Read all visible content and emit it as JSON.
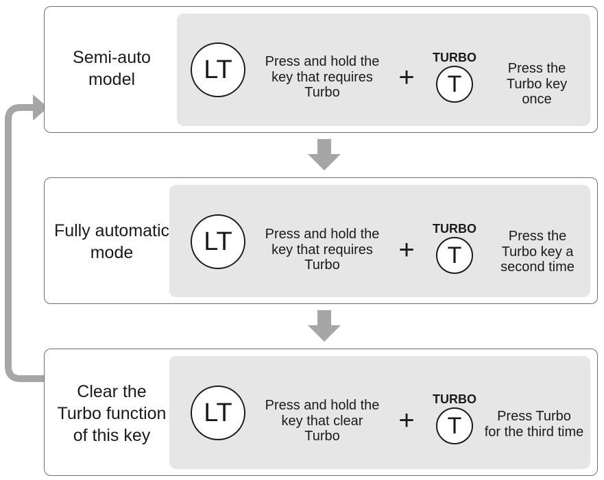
{
  "steps": [
    {
      "title_lines": [
        "Semi-auto",
        "model"
      ],
      "key": "LT",
      "hold_lines": [
        "Press and hold the",
        "key that requires",
        "Turbo"
      ],
      "plus": "+",
      "turbo_label": "TURBO",
      "turbo_key": "T",
      "press_lines": [
        "Press the",
        "Turbo key",
        "once"
      ]
    },
    {
      "title_lines": [
        "Fully automatic",
        "mode"
      ],
      "key": "LT",
      "hold_lines": [
        "Press and hold the",
        "key that requires",
        "Turbo"
      ],
      "plus": "+",
      "turbo_label": "TURBO",
      "turbo_key": "T",
      "press_lines": [
        "Press the",
        "Turbo key a",
        "second time"
      ]
    },
    {
      "title_lines": [
        "Clear the",
        "Turbo function",
        "of this key"
      ],
      "key": "LT",
      "hold_lines": [
        "Press and hold the",
        "key that clear",
        "Turbo"
      ],
      "plus": "+",
      "turbo_label": "TURBO",
      "turbo_key": "T",
      "press_lines": [
        "Press Turbo",
        "for the third time"
      ]
    }
  ],
  "colors": {
    "panel": "#e6e6e6",
    "arrow": "#a6a6a6",
    "border": "#6f6f6f",
    "text": "#1a1a1a"
  }
}
